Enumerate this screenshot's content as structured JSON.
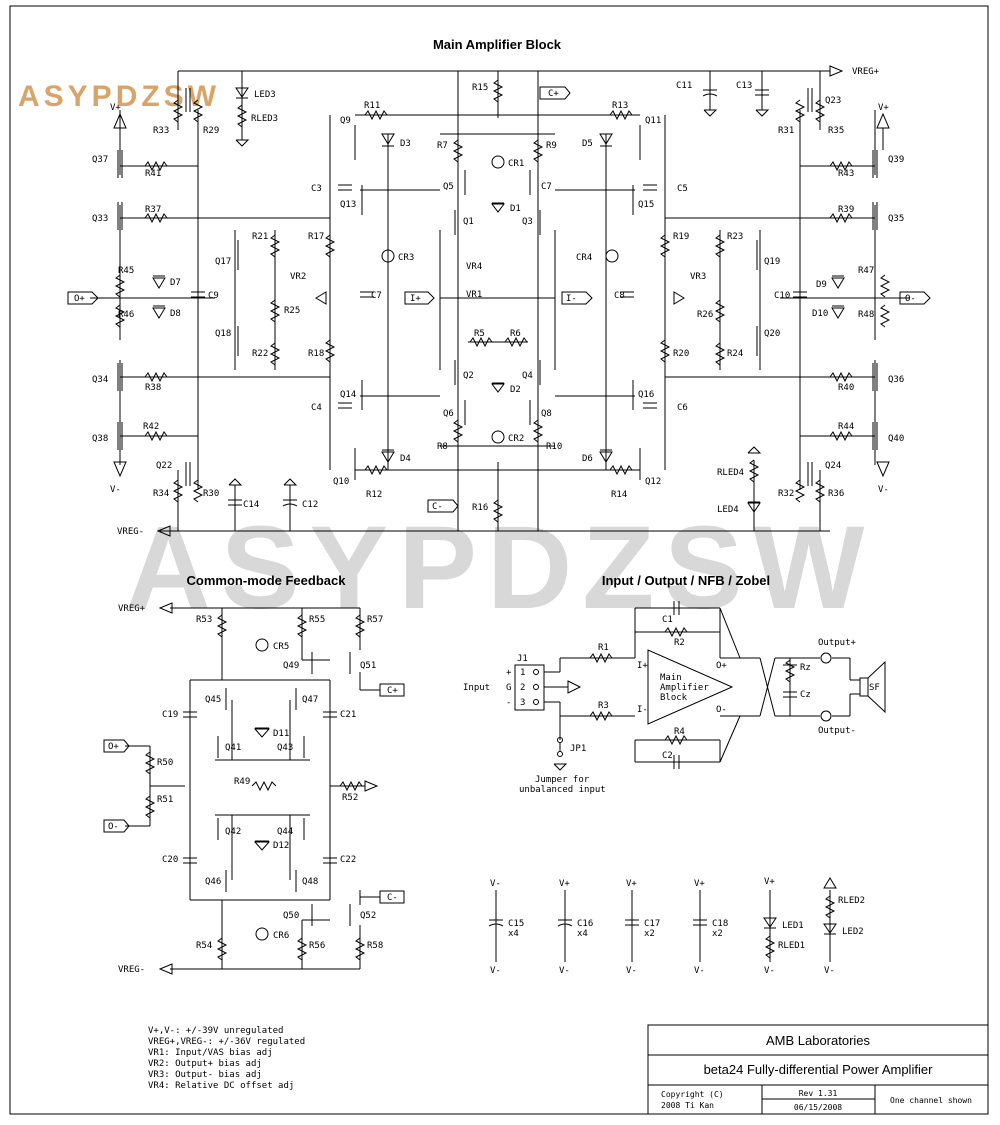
{
  "watermark": {
    "text": "ASYPDZSW",
    "logo_text": "ASYPDZSW",
    "logo_color": "#d9a46a",
    "wm_color": "#d8d8d8"
  },
  "sections": {
    "main": "Main Amplifier Block",
    "cmfb": "Common-mode Feedback",
    "io": "Input / Output / NFB / Zobel"
  },
  "main_parts": {
    "R11": "R11",
    "R13": "R13",
    "R15": "R15",
    "R7": "R7",
    "R9": "R9",
    "D3": "D3",
    "D5": "D5",
    "Q9": "Q9",
    "Q11": "Q11",
    "C11": "C11",
    "C13": "C13",
    "Q23": "Q23",
    "R31": "R31",
    "R35": "R35",
    "R33": "R33",
    "R29": "R29",
    "LED3": "LED3",
    "RLED3": "RLED3",
    "Q37": "Q37",
    "R41": "R41",
    "Q33": "Q33",
    "R37": "R37",
    "Q39": "Q39",
    "R43": "R43",
    "Q35": "Q35",
    "R39": "R39",
    "C3": "C3",
    "Q13": "Q13",
    "Q5": "Q5",
    "CR1": "CR1",
    "C7b": "C7",
    "Q15": "Q15",
    "C5": "C5",
    "D1": "D1",
    "Q1": "Q1",
    "Q3": "Q3",
    "R17": "R17",
    "R19": "R19",
    "R21": "R21",
    "R23": "R23",
    "Q17": "Q17",
    "Q19": "Q19",
    "VR2": "VR2",
    "VR3": "VR3",
    "VR4": "VR4",
    "VR1": "VR1",
    "CR3": "CR3",
    "CR4": "CR4",
    "R45": "R45",
    "R47": "R47",
    "D7": "D7",
    "D9": "D9",
    "C9": "C9",
    "C10": "C10",
    "C7": "C7",
    "C8": "C8",
    "R25": "R25",
    "R26": "R26",
    "R46": "R46",
    "R48": "R48",
    "D8": "D8",
    "D10": "D10",
    "Q18": "Q18",
    "Q20": "Q20",
    "R22": "R22",
    "R24": "R24",
    "R18": "R18",
    "R20": "R20",
    "R5": "R5",
    "R6": "R6",
    "Q2": "Q2",
    "Q4": "Q4",
    "D2": "D2",
    "Q34": "Q34",
    "R38": "R38",
    "Q36": "Q36",
    "R40": "R40",
    "C4": "C4",
    "Q14": "Q14",
    "Q16": "Q16",
    "C6": "C6",
    "Q6": "Q6",
    "Q8": "Q8",
    "R8": "R8",
    "R10": "R10",
    "CR2": "CR2",
    "Q38": "Q38",
    "R42": "R42",
    "Q40": "Q40",
    "R44": "R44",
    "D4": "D4",
    "D6": "D6",
    "Q10": "Q10",
    "Q12": "Q12",
    "R12": "R12",
    "R14": "R14",
    "Q22": "Q22",
    "Q24": "Q24",
    "R34": "R34",
    "R30": "R30",
    "R32": "R32",
    "R36": "R36",
    "C14": "C14",
    "C12": "C12",
    "R16": "R16",
    "RLED4": "RLED4",
    "LED4": "LED4"
  },
  "nets": {
    "vreg_pos": "VREG+",
    "vreg_neg": "VREG-",
    "v_pos": "V+",
    "v_neg": "V-",
    "c_pos": "C+",
    "c_neg": "C-",
    "o_pos": "O+",
    "o_neg": "O-",
    "i_pos": "I+",
    "i_neg": "I-"
  },
  "cmfb_parts": {
    "R53": "R53",
    "R55": "R55",
    "R57": "R57",
    "CR5": "CR5",
    "Q49": "Q49",
    "Q51": "Q51",
    "Q45": "Q45",
    "Q47": "Q47",
    "C19": "C19",
    "C21": "C21",
    "D11": "D11",
    "Q41": "Q41",
    "Q43": "Q43",
    "R50": "R50",
    "R49": "R49",
    "R52": "R52",
    "R51": "R51",
    "Q42": "Q42",
    "Q44": "Q44",
    "D12": "D12",
    "C20": "C20",
    "C22": "C22",
    "Q46": "Q46",
    "Q48": "Q48",
    "Q50": "Q50",
    "Q52": "Q52",
    "CR6": "CR6",
    "R54": "R54",
    "R56": "R56",
    "R58": "R58"
  },
  "io_parts": {
    "C1": "C1",
    "R2": "R2",
    "J1": "J1",
    "R1": "R1",
    "R3": "R3",
    "R4": "R4",
    "C2": "C2",
    "JP1": "JP1",
    "pin1": "1",
    "pin2": "2",
    "pin3": "3",
    "plus": "+",
    "gnd": "G",
    "minus": "-",
    "input": "Input",
    "amp_line1": "Main",
    "amp_line2": "Amplifier",
    "amp_line3": "Block",
    "in_p": "I+",
    "in_m": "I-",
    "out_p": "O+",
    "out_m": "O-",
    "Rz": "Rz",
    "Cz": "Cz",
    "sf": "SF",
    "out_pos": "Output+",
    "out_neg": "Output-",
    "jumper1": "Jumper for",
    "jumper2": "unbalanced input"
  },
  "bypass": {
    "C15": "C15",
    "C15n": "x4",
    "C16": "C16",
    "C16n": "x4",
    "C17": "C17",
    "C17n": "x2",
    "C18": "C18",
    "C18n": "x2",
    "LED1": "LED1",
    "RLED1": "RLED1",
    "LED2": "LED2",
    "RLED2": "RLED2"
  },
  "notes": [
    "V+,V-: +/-39V unregulated",
    "VREG+,VREG-: +/-36V regulated",
    "VR1: Input/VAS bias adj",
    "VR2: Output+ bias adj",
    "VR3: Output- bias adj",
    "VR4: Relative DC offset adj"
  ],
  "title_block": {
    "company": "AMB Laboratories",
    "product": "beta24 Fully-differential Power Amplifier",
    "copyright1": "Copyright (C)",
    "copyright2": "2008 Ti Kan",
    "rev": "Rev 1.31",
    "date": "06/15/2008",
    "scope": "One channel shown"
  }
}
